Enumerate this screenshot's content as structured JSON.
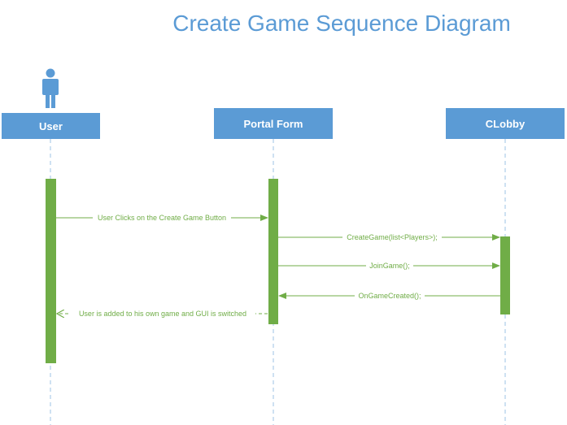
{
  "title": "Create Game Sequence Diagram",
  "colors": {
    "title": "#5b9bd5",
    "header_fill": "#5b9bd5",
    "actor": "#5b9bd5",
    "activation": "#70ad47",
    "message": "#70ad47",
    "lifeline": "#9dc3e6"
  },
  "lifelines": [
    {
      "id": "user",
      "label": "User",
      "kind": "actor"
    },
    {
      "id": "portal",
      "label": "Portal Form",
      "kind": "object"
    },
    {
      "id": "clobby",
      "label": "CLobby",
      "kind": "object"
    }
  ],
  "messages": [
    {
      "from": "user",
      "to": "portal",
      "label": "User Clicks on the Create Game Button",
      "style": "solid"
    },
    {
      "from": "portal",
      "to": "clobby",
      "label": "CreateGame(list<Players>);",
      "style": "solid"
    },
    {
      "from": "portal",
      "to": "clobby",
      "label": "JoinGame();",
      "style": "solid"
    },
    {
      "from": "clobby",
      "to": "portal",
      "label": "OnGameCreated();",
      "style": "solid"
    },
    {
      "from": "portal",
      "to": "user",
      "label": "User is added to his own game and GUI is switched",
      "style": "dashed"
    }
  ]
}
